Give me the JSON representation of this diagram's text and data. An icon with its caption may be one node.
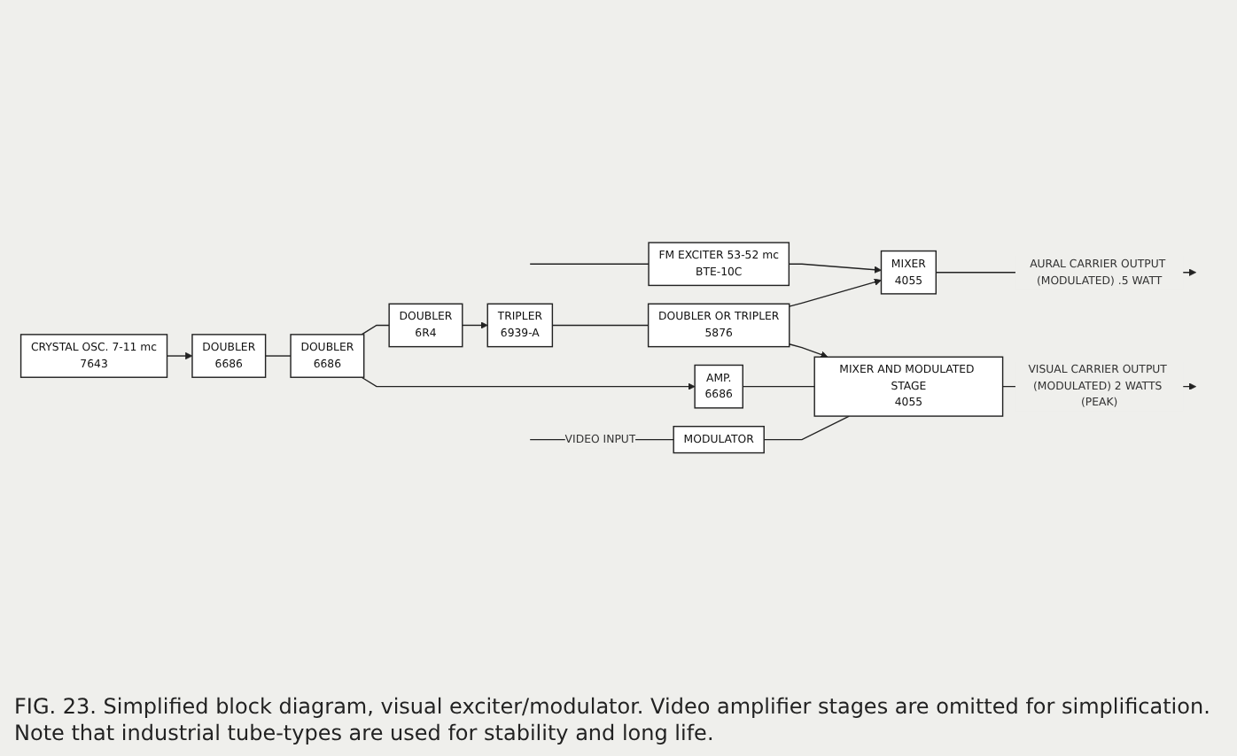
{
  "diagram": {
    "caption": "FIG. 23. Simplified block diagram, visual exciter/modulator. Video amplifier stages are omitted for simplification. Note that industrial tube-types are used for stability and long life.",
    "nodes": [
      {
        "text": [
          "CRYSTAL OSC. 7-11 mc",
          "7643"
        ]
      },
      {
        "text": [
          "DOUBLER",
          "6686"
        ]
      },
      {
        "text": [
          "DOUBLER",
          "6686"
        ]
      },
      {
        "text": [
          "DOUBLER",
          "6R4"
        ]
      },
      {
        "text": [
          "TRIPLER",
          "6939-A"
        ]
      },
      {
        "text": [
          "DOUBLER OR TRIPLER",
          "5876"
        ]
      },
      {
        "text": [
          "FM EXCITER 53-52 mc",
          "BTE-10C"
        ]
      },
      {
        "text": [
          "MIXER",
          "4055"
        ]
      },
      {
        "text": [
          "AMP.",
          "6686"
        ]
      },
      {
        "text": [
          "MIXER AND MODULATED STAGE",
          "4055"
        ]
      },
      {
        "text": [
          "MODULATOR"
        ]
      }
    ],
    "edges": [
      {
        "from": null,
        "to": 6,
        "arrow": "none"
      },
      {
        "from": 6,
        "to": 7,
        "arrow": "to"
      },
      {
        "from": 7,
        "to": null,
        "arrow": "to",
        "label": "AURAL CARRIER OUTPUT (MODULATED) .5 WATT"
      },
      {
        "from": 0,
        "to": 1,
        "arrow": "to"
      },
      {
        "from": 1,
        "to": 2,
        "arrow": "none"
      },
      {
        "from": 2,
        "to": 3,
        "arrow": "none"
      },
      {
        "from": 2,
        "to": 8,
        "arrow": "to"
      },
      {
        "from": 3,
        "to": 4,
        "arrow": "to"
      },
      {
        "from": 4,
        "to": 5,
        "arrow": "none"
      },
      {
        "from": 5,
        "to": 7,
        "arrow": "to"
      },
      {
        "from": 5,
        "to": 9,
        "arrow": "to"
      },
      {
        "from": 8,
        "to": 9,
        "arrow": "none"
      },
      {
        "from": 9,
        "to": null,
        "arrow": "to",
        "label": "VISUAL CARRIER OUTPUT (MODULATED) 2 WATTS (PEAK)"
      },
      {
        "from": 10,
        "to": 9,
        "arrow": "none"
      },
      {
        "from": null,
        "to": 10,
        "arrow": "none",
        "label": "VIDEO INPUT"
      }
    ]
  }
}
